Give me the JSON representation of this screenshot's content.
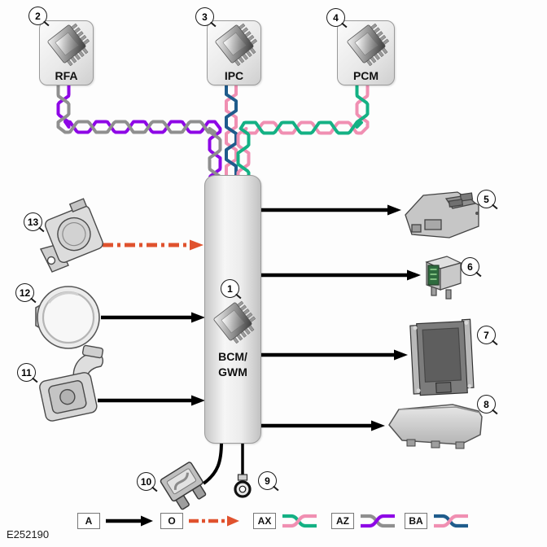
{
  "figure_id": "E252190",
  "modules": {
    "rfa": {
      "callout": "2",
      "label": "RFA"
    },
    "ipc": {
      "callout": "3",
      "label": "IPC"
    },
    "pcm": {
      "callout": "4",
      "label": "PCM"
    },
    "bcm_gwm": {
      "callout": "1",
      "label_line1": "BCM/",
      "label_line2": "GWM"
    }
  },
  "callouts": {
    "c5": "5",
    "c6": "6",
    "c7": "7",
    "c8": "8",
    "c9": "9",
    "c10": "10",
    "c11": "11",
    "c12": "12",
    "c13": "13"
  },
  "legend": {
    "items": [
      {
        "code": "A",
        "type": "solid-arrow",
        "color": "#000000"
      },
      {
        "code": "O",
        "type": "dash-dot-arrow",
        "color": "#e0522e"
      },
      {
        "code": "AX",
        "type": "twisted-pair",
        "colors": [
          "#14b184",
          "#f08fb2"
        ]
      },
      {
        "code": "AZ",
        "type": "twisted-pair",
        "colors": [
          "#8f8f8f",
          "#8e07e6"
        ]
      },
      {
        "code": "BA",
        "type": "twisted-pair",
        "colors": [
          "#1f5c8c",
          "#f08fb2"
        ]
      }
    ]
  },
  "wire_colors": {
    "purple": "#8e07e6",
    "gray": "#8f8f8f",
    "pink": "#f08fb2",
    "teal": "#14b184",
    "blue": "#1f5c8c",
    "orange": "#e0522e",
    "black": "#000000"
  },
  "wires": [
    {
      "pair": "AZ",
      "from": "RFA",
      "to": "BCM/GWM"
    },
    {
      "pair": "BA",
      "from": "IPC",
      "to": "BCM/GWM"
    },
    {
      "pair": "AX",
      "from": "PCM",
      "to": "BCM/GWM"
    }
  ]
}
